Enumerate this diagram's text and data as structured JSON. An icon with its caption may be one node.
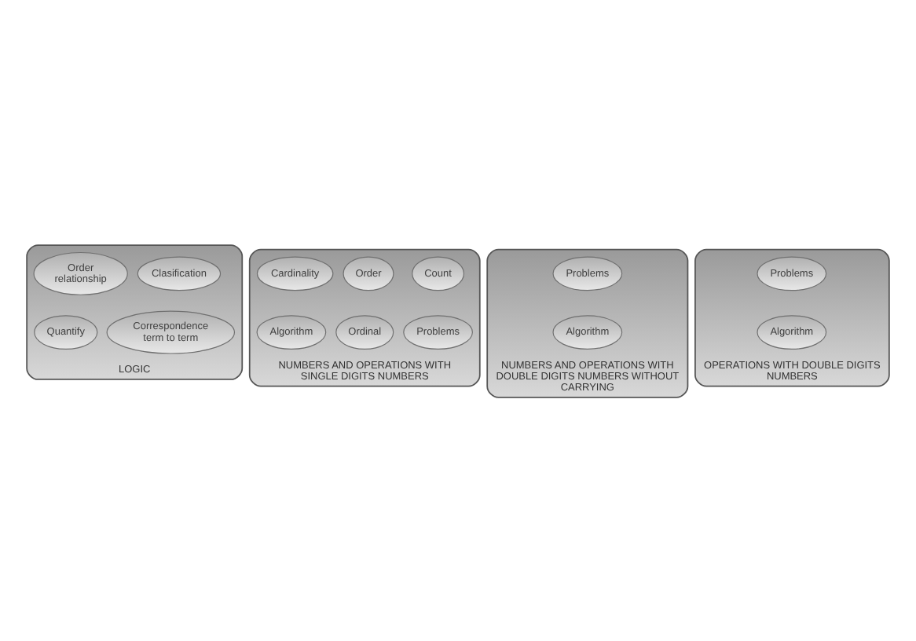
{
  "diagram": {
    "nodes": [
      {
        "text": [
          "LOGIC"
        ]
      },
      {
        "text": [
          "Clasification"
        ],
        "in": 0
      },
      {
        "text": [
          "Order relationship"
        ],
        "in": 0
      },
      {
        "text": [
          "Correspondence term to term"
        ],
        "in": 0
      },
      {
        "text": [
          "Quantify"
        ],
        "in": 0
      },
      {
        "text": [
          "NUMBERS AND OPERATIONS WITH SINGLE DIGITS NUMBERS"
        ]
      },
      {
        "text": [
          "Count"
        ],
        "in": 5
      },
      {
        "text": [
          "Order"
        ],
        "in": 5
      },
      {
        "text": [
          "Cardinality"
        ],
        "in": 5
      },
      {
        "text": [
          "Problems"
        ],
        "in": 5
      },
      {
        "text": [
          "Ordinal"
        ],
        "in": 5
      },
      {
        "text": [
          "Algorithm"
        ],
        "in": 5
      },
      {
        "text": [
          "NUMBERS AND OPERATIONS WITH DOUBLE DIGITS NUMBERS WITHOUT CARRYING"
        ]
      },
      {
        "text": [
          "Problems"
        ],
        "in": 12
      },
      {
        "text": [
          "Algorithm"
        ],
        "in": 12
      },
      {
        "text": [
          "OPERATIONS WITH DOUBLE DIGITS NUMBERS"
        ]
      },
      {
        "text": [
          "Problems"
        ],
        "in": 15
      },
      {
        "text": [
          "Algorithm"
        ],
        "in": 15
      }
    ],
    "edges": []
  }
}
